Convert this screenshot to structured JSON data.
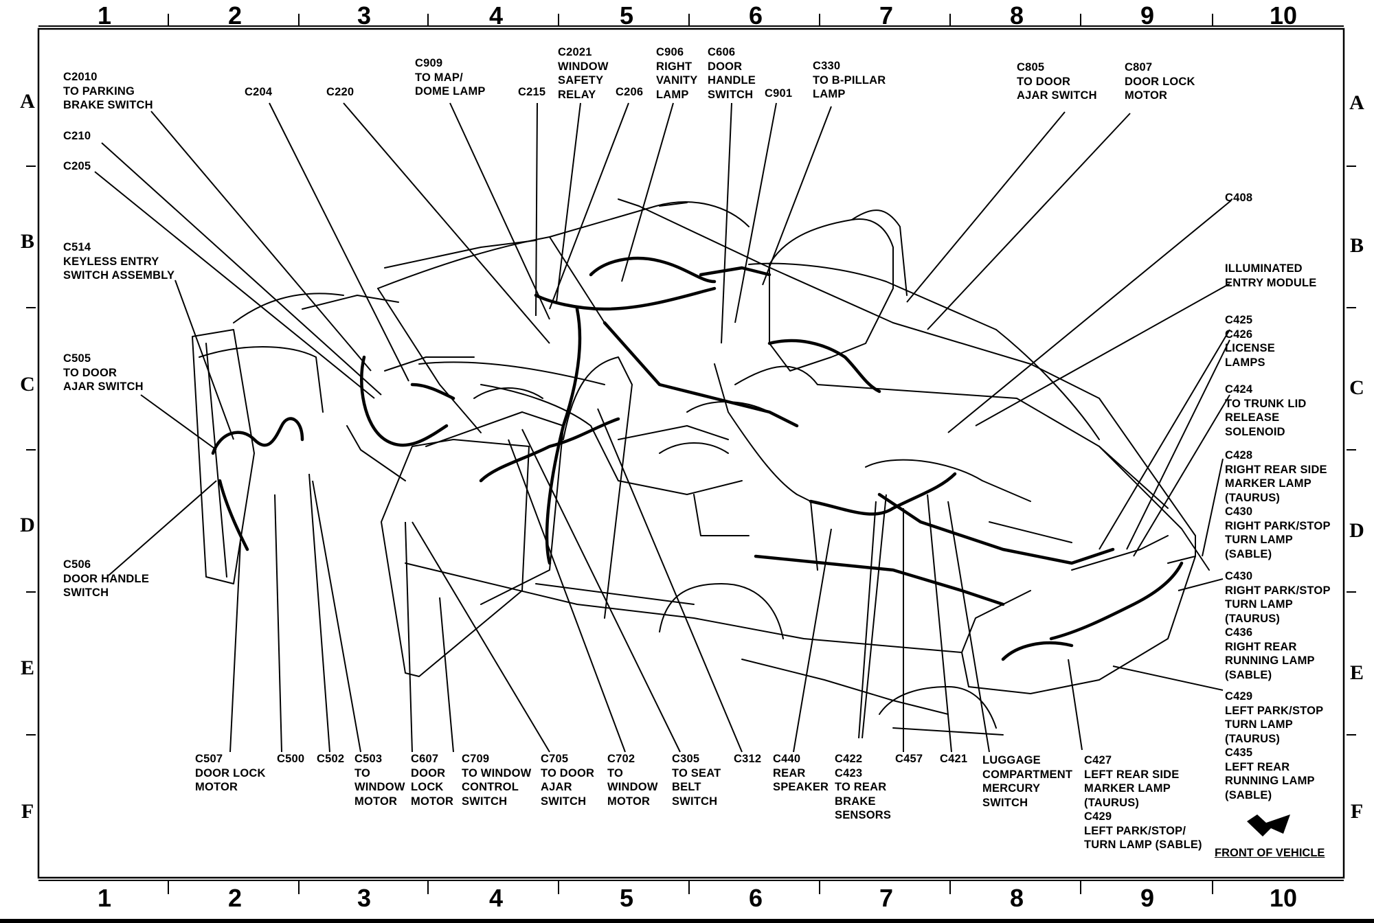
{
  "grid": {
    "columns": [
      "1",
      "2",
      "3",
      "4",
      "5",
      "6",
      "7",
      "8",
      "9",
      "10"
    ],
    "rows": [
      "A",
      "B",
      "C",
      "D",
      "E",
      "F"
    ]
  },
  "labels": {
    "c2010": "C2010\nTO PARKING\nBRAKE SWITCH",
    "c210": "C210",
    "c205": "C205",
    "c514": "C514\nKEYLESS ENTRY\nSWITCH ASSEMBLY",
    "c505": "C505\nTO DOOR\nAJAR SWITCH",
    "c506": "C506\nDOOR HANDLE\nSWITCH",
    "c204": "C204",
    "c220": "C220",
    "c909": "C909\nTO MAP/\nDOME LAMP",
    "c215": "C215",
    "c2021": "C2021\nWINDOW\nSAFETY\nRELAY",
    "c206": "C206",
    "c906": "C906\nRIGHT\nVANITY\nLAMP",
    "c606": "C606\nDOOR\nHANDLE\nSWITCH",
    "c901": "C901",
    "c330": "C330\nTO B-PILLAR\nLAMP",
    "c805": "C805\nTO DOOR\nAJAR SWITCH",
    "c807": "C807\nDOOR LOCK\nMOTOR",
    "c408": "C408",
    "illuminated": "ILLUMINATED\nENTRY MODULE",
    "c425": "C425\nC426\nLICENSE\nLAMPS",
    "c424": "C424\nTO TRUNK LID\nRELEASE\nSOLENOID",
    "c428": "C428\nRIGHT REAR SIDE\nMARKER LAMP\n(TAURUS)\nC430\nRIGHT PARK/STOP\nTURN LAMP\n(SABLE)",
    "c430t": "C430\nRIGHT PARK/STOP\nTURN LAMP\n(TAURUS)\nC436\nRIGHT REAR\nRUNNING LAMP\n(SABLE)",
    "c429": "C429\nLEFT PARK/STOP\nTURN LAMP\n(TAURUS)\nC435\nLEFT REAR\nRUNNING LAMP\n(SABLE)",
    "c507": "C507\nDOOR LOCK\nMOTOR",
    "c500": "C500",
    "c502": "C502",
    "c503": "C503\nTO\nWINDOW\nMOTOR",
    "c607": "C607\nDOOR\nLOCK\nMOTOR",
    "c709": "C709\nTO WINDOW\nCONTROL\nSWITCH",
    "c705": "C705\nTO DOOR\nAJAR\nSWITCH",
    "c702": "C702\nTO\nWINDOW\nMOTOR",
    "c305": "C305\nTO SEAT\nBELT\nSWITCH",
    "c312": "C312",
    "c440": "C440\nREAR\nSPEAKER",
    "c422": "C422\nC423\nTO REAR\nBRAKE\nSENSORS",
    "c457": "C457",
    "c421": "C421",
    "luggage": "LUGGAGE\nCOMPARTMENT\nMERCURY\nSWITCH",
    "c427": "C427\nLEFT REAR SIDE\nMARKER LAMP\n(TAURUS)\nC429\nLEFT PARK/STOP/\nTURN LAMP (SABLE)",
    "front_of_vehicle": "FRONT OF VEHICLE"
  }
}
